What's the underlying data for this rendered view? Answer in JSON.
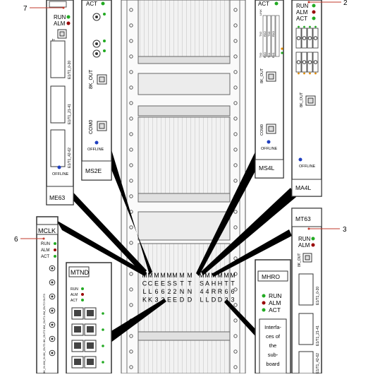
{
  "callouts": {
    "c7": "7",
    "c2": "2",
    "c6": "6",
    "c3": "3"
  },
  "boards": {
    "me63": {
      "name": "ME63",
      "indicators": [
        {
          "label": "RUN",
          "color": "#22aa22"
        },
        {
          "label": "ALM",
          "color": "#990000"
        }
      ],
      "ports": [
        "8K_OUT",
        "E1/T1_0-20",
        "E1/T1_21-41",
        "E1/T1_42-62"
      ],
      "status": "OFFLINE"
    },
    "ms2e": {
      "name": "MS2E",
      "indicators": [
        {
          "label": "ACT",
          "color": "#22aa22"
        }
      ],
      "ports": [
        "8K_OUT",
        "COM0"
      ],
      "status": "OFFLINE"
    },
    "ms4l": {
      "name": "MS4L",
      "indicators": [
        {
          "label": "ACT",
          "color": "#22aa22"
        }
      ],
      "port_labels": [
        "TX0",
        "RX0",
        "TX1",
        "RX1",
        "TX2",
        "RX2",
        "TX3",
        "RX3",
        "LINK"
      ],
      "ports": [
        "8K_OUT",
        "COM0"
      ],
      "status": "OFFLINE"
    },
    "ma4l": {
      "name": "MA4L",
      "indicators": [
        {
          "label": "RUN",
          "color": "#22aa22"
        },
        {
          "label": "ALM",
          "color": "#990000"
        },
        {
          "label": "ACT",
          "color": "#22aa22"
        }
      ],
      "ports": [
        "8K_OUT"
      ],
      "status": "OFFLINE"
    },
    "mclk": {
      "name": "MCLK",
      "indicators": [
        {
          "label": "RUN",
          "color": "#22aa22"
        },
        {
          "label": "ALM",
          "color": "#990000"
        },
        {
          "label": "ACT",
          "color": "#22aa22"
        }
      ],
      "port_text": "8K_IN 8M_IN 8K_OUT1 8K_OUT2 8M_OUT1 8M_OUT2 OUT3"
    },
    "mtnd": {
      "name": "MTND",
      "indicators": [
        {
          "label": "RUN",
          "color": "#22aa22"
        },
        {
          "label": "ALM",
          "color": "#990000"
        },
        {
          "label": "ACT",
          "color": "#22aa22"
        }
      ]
    },
    "mt63": {
      "name": "MT63",
      "indicators": [
        {
          "label": "RUN",
          "color": "#22aa22"
        },
        {
          "label": "ALM",
          "color": "#990000"
        }
      ],
      "ports": [
        "8K_OUT",
        "E1/T1_0-20",
        "E1/T1_21-41",
        "E1/T1_42-62"
      ]
    },
    "mhro": {
      "name": "MHRO",
      "indicators": [
        {
          "label": "RUN",
          "color": "#22aa22"
        },
        {
          "label": "ALM",
          "color": "#990000"
        },
        {
          "label": "ACT",
          "color": "#22aa22"
        }
      ],
      "interface_text": [
        "Interfa-",
        "ces of",
        "the",
        "sub-",
        "board"
      ]
    }
  },
  "slot_labels": {
    "row1": [
      "M",
      "M",
      "M",
      "M",
      "M",
      "M",
      "M",
      "M",
      "M",
      "M",
      "M",
      "M",
      "M",
      "M"
    ],
    "row2": [
      "C",
      "C",
      "E",
      "E",
      "S",
      "S",
      "T",
      "T",
      "S",
      "A",
      "H",
      "H",
      "T",
      "T"
    ],
    "row3": [
      "L",
      "L",
      "6",
      "6",
      "2",
      "2",
      "N",
      "N",
      "4",
      "4",
      "R",
      "R",
      "6",
      "6"
    ],
    "row4": [
      "K",
      "K",
      "3",
      "3",
      "E",
      "E",
      "D",
      "D",
      "L",
      "L",
      "D",
      "D",
      "3",
      "3"
    ]
  }
}
